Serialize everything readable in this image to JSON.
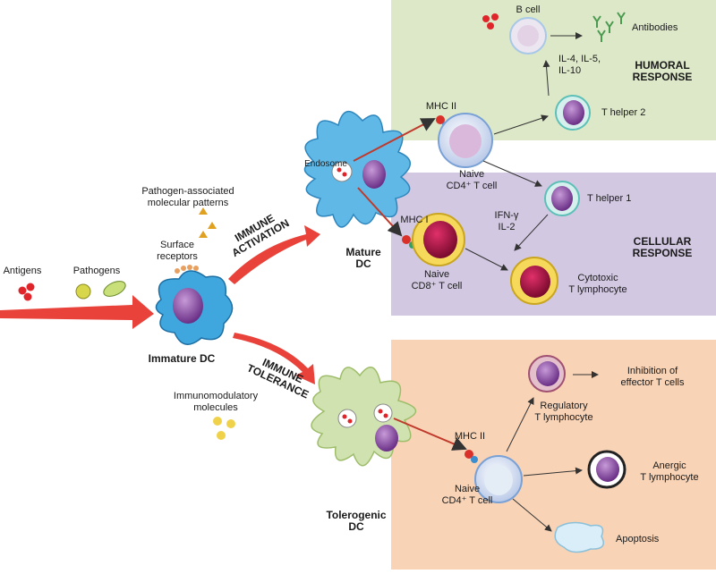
{
  "colors": {
    "humoral_panel": "#dde8c8",
    "cellular_panel": "#d2c8e2",
    "tolerance_panel": "#f8d3b6",
    "dc_mature": "#5fb8e6",
    "dc_tolerogenic": "#cfe2b0",
    "arrow_red": "#e8423a"
  },
  "labels": {
    "antigens": "Antigens",
    "pathogens": "Pathogens",
    "surface_receptors": "Surface\nreceptors",
    "immature_dc": "Immature DC",
    "pamps": "Pathogen-associated\nmolecular patterns",
    "immune_activation": "IMMUNE\nACTIVATION",
    "immune_tolerance": "IMMUNE\nTOLERANCE",
    "immunomodulatory": "Immunomodulatory\nmolecules",
    "mature_dc": "Mature\nDC",
    "endosome": "Endosome",
    "mhc2_top": "MHC II",
    "mhc1": "MHC I",
    "naive_cd4_top": "Naive\nCD4⁺ T cell",
    "naive_cd8": "Naive\nCD8⁺ T cell",
    "b_cell": "B cell",
    "antibodies": "Antibodies",
    "il_list": "IL-4, IL-5,\nIL-10",
    "humoral_response": "HUMORAL\nRESPONSE",
    "t_helper_2": "T helper 2",
    "t_helper_1": "T helper 1",
    "ifn_il2": "IFN-γ\nIL-2",
    "cellular_response": "CELLULAR\nRESPONSE",
    "cytotoxic": "Cytotoxic\nT lymphocyte",
    "tolerogenic_dc": "Tolerogenic\nDC",
    "mhc2_bottom": "MHC II",
    "naive_cd4_bottom": "Naive\nCD4⁺ T cell",
    "regulatory": "Regulatory\nT lymphocyte",
    "inhibition": "Inhibition of\neffector T cells",
    "anergic": "Anergic\nT lymphocyte",
    "apoptosis": "Apoptosis"
  }
}
